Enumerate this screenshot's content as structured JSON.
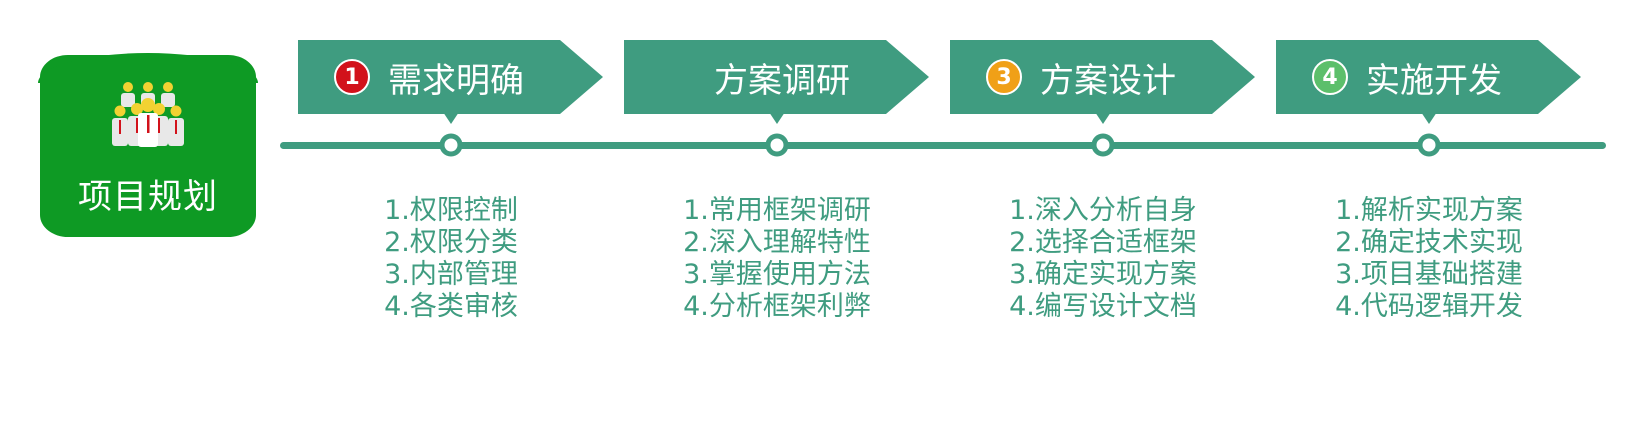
{
  "root": {
    "title": "项目规划",
    "icon": "people-group-icon",
    "color": "#0e9a24"
  },
  "accent": "#3f9c80",
  "stages": [
    {
      "number": "1",
      "number_color": "#d2121b",
      "title": "需求明确",
      "items": [
        "1.权限控制",
        "2.权限分类",
        "3.内部管理",
        "4.各类审核"
      ]
    },
    {
      "number": "",
      "number_color": "",
      "title": "方案调研",
      "items": [
        "1.常用框架调研",
        "2.深入理解特性",
        "3.掌握使用方法",
        "4.分析框架利弊"
      ]
    },
    {
      "number": "3",
      "number_color": "#f0a017",
      "title": "方案设计",
      "items": [
        "1.深入分析自身",
        "2.选择合适框架",
        "3.确定实现方案",
        "4.编写设计文档"
      ]
    },
    {
      "number": "4",
      "number_color": "#5cbf6b",
      "title": "实施开发",
      "items": [
        "1.解析实现方案",
        "2.确定技术实现",
        "3.项目基础搭建",
        "4.代码逻辑开发"
      ]
    }
  ]
}
